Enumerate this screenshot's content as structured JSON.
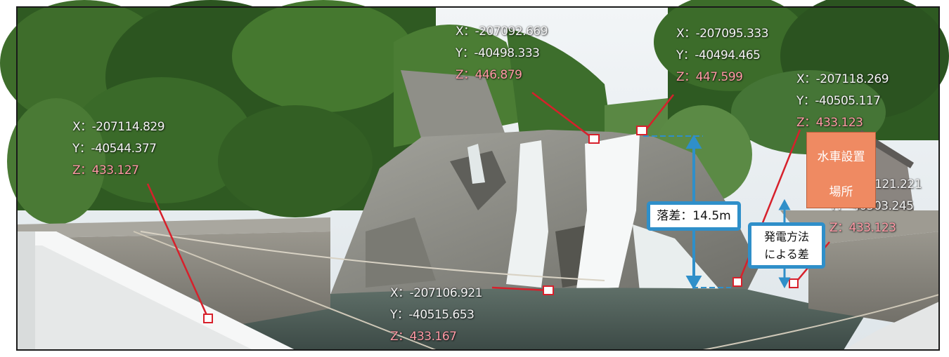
{
  "scene": {
    "description_colors": {
      "sky": "#e9eef2",
      "foliage": "#3f6b2c",
      "rock": "#8c8c86",
      "water": "#4b5a55",
      "waterfall": "#f4f6f6",
      "wall": "#8a8880",
      "rail": "#e8e8e8",
      "marker": "#d7202b",
      "measure": "#2f8fc9"
    }
  },
  "points": [
    {
      "id": "left-bank",
      "x": "X：-207114.829",
      "y": "Y：-40544.377",
      "z": "Z：433.127"
    },
    {
      "id": "top-center",
      "x": "X：-207092.669",
      "y": "Y：-40498.333",
      "z": "Z：446.879"
    },
    {
      "id": "top-right",
      "x": "X：-207095.333",
      "y": "Y：-40494.465",
      "z": "Z：447.599"
    },
    {
      "id": "far-right",
      "x": "X：-207118.269",
      "y": "Y：-40505.117",
      "z": "Z：433.123"
    },
    {
      "id": "right-bank",
      "x": "X：-207121.221",
      "y": "Y：-40503.245",
      "z": "Z：433.123"
    },
    {
      "id": "basin",
      "x": "X：-207106.921",
      "y": "Y：-40515.653",
      "z": "Z：433.167"
    }
  ],
  "labels": {
    "turbine_line1": "水車設置",
    "turbine_line2": "場所",
    "head_label": "落差：14.5m",
    "diff_line1": "発電方法",
    "diff_line2": "による差"
  }
}
